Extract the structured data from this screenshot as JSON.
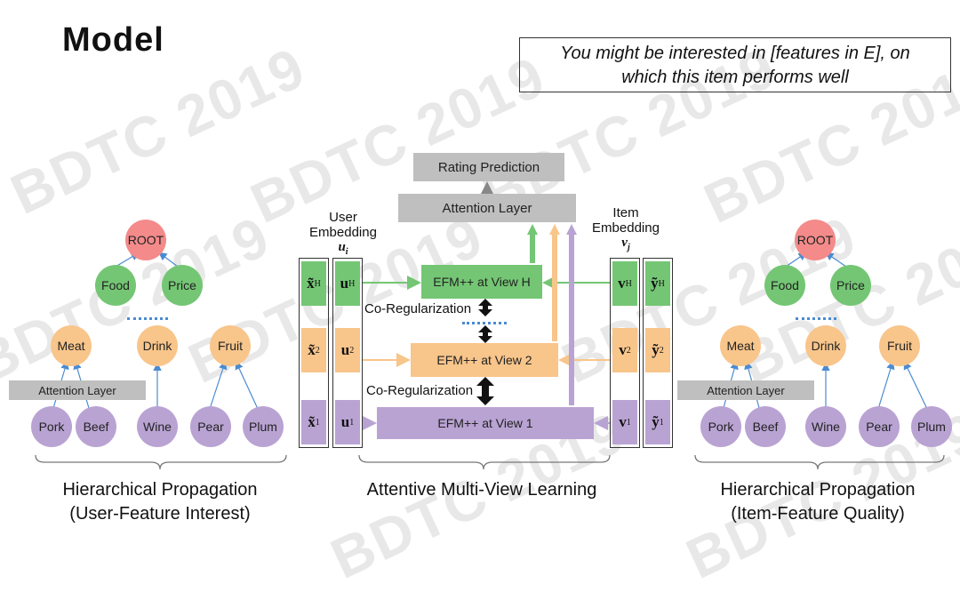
{
  "title": "Model",
  "callout": {
    "line1": "You might be interested in [features in E], on",
    "line2": "which this item performs well"
  },
  "watermark": "BDTC 2019",
  "left_tree": {
    "root": "ROOT",
    "level1": [
      "Food",
      "Price"
    ],
    "level2": [
      "Meat",
      "Drink",
      "Fruit"
    ],
    "level3": [
      "Pork",
      "Beef",
      "Wine",
      "Pear",
      "Plum"
    ],
    "attention": "Attention Layer",
    "caption_line1": "Hierarchical Propagation",
    "caption_line2": "(User-Feature Interest)"
  },
  "right_tree": {
    "root": "ROOT",
    "level1": [
      "Food",
      "Price"
    ],
    "level2": [
      "Meat",
      "Drink",
      "Fruit"
    ],
    "level3": [
      "Pork",
      "Beef",
      "Wine",
      "Pear",
      "Plum"
    ],
    "attention": "Attention Layer",
    "caption_line1": "Hierarchical Propagation",
    "caption_line2": "(Item-Feature Quality)"
  },
  "center": {
    "rating": "Rating Prediction",
    "attention": "Attention Layer",
    "view_h": "EFM++ at View H",
    "view_2": "EFM++ at View 2",
    "view_1": "EFM++ at View 1",
    "coreg": "Co-Regularization",
    "user_embedding_line1": "User",
    "user_embedding_line2": "Embedding",
    "user_symbol": "u",
    "user_symbol_sub": "i",
    "item_embedding_line1": "Item",
    "item_embedding_line2": "Embedding",
    "item_symbol": "v",
    "item_symbol_sub": "j",
    "caption": "Attentive Multi-View Learning"
  },
  "colors": {
    "root": "#f48a8a",
    "green": "#74c674",
    "orange": "#f8c58b",
    "purple": "#b9a3d3",
    "gray": "#bfbfbf",
    "dots": "#4b8bd0"
  }
}
